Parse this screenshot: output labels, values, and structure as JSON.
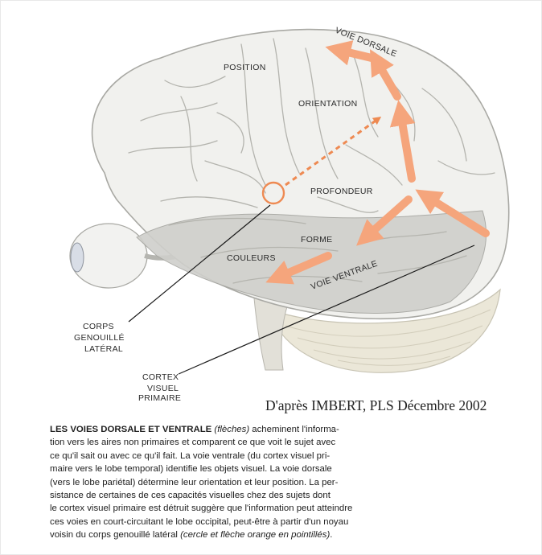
{
  "labels": {
    "voie_dorsale": "VOIE DORSALE",
    "position": "POSITION",
    "orientation": "ORIENTATION",
    "profondeur": "PROFONDEUR",
    "forme": "FORME",
    "couleurs": "COULEURS",
    "voie_ventrale": "VOIE VENTRALE",
    "corps": [
      "CORPS",
      "GENOUILLÉ",
      "LATÉRAL"
    ],
    "cortex": [
      "CORTEX",
      "VISUEL",
      "PRIMAIRE"
    ]
  },
  "credit": "D'après IMBERT, PLS Décembre 2002",
  "caption": {
    "line1": {
      "bold": "LES VOIES DORSALE ET VENTRALE",
      "italic": " (flèches)",
      "rest": " acheminent l'informa-"
    },
    "line2": "tion vers les aires non primaires et comparent ce que voit le sujet avec",
    "line3": "ce qu'il sait ou avec ce qu'il fait. La voie ventrale (du cortex visuel pri-",
    "line4": "maire vers le lobe temporal) identifie les objets visuel. La voie dorsale",
    "line5": "(vers le lobe pariétal) détermine leur orientation et leur position. La per-",
    "line6": "sistance de certaines de ces capacités visuelles chez des sujets dont",
    "line7": "le cortex visuel primaire est détruit suggère que l'information peut atteindre",
    "line8": "ces voies en court-circuitant le lobe occipital, peut-être à partir d'un noyau",
    "line9": {
      "start": "voisin du corps genouillé latéral ",
      "italic": "(cercle et flèche orange en pointillés)",
      "end": "."
    }
  },
  "colors": {
    "arrow": "#f5a57c",
    "arrow_dashed": "#ee8a52",
    "brain_fill": "#f1f1ee",
    "brain_stroke": "#a9a9a4",
    "temporal_shade": "#c9c9c5",
    "cerebellum": "#ebe7d8",
    "line": "#1a1a1a"
  }
}
